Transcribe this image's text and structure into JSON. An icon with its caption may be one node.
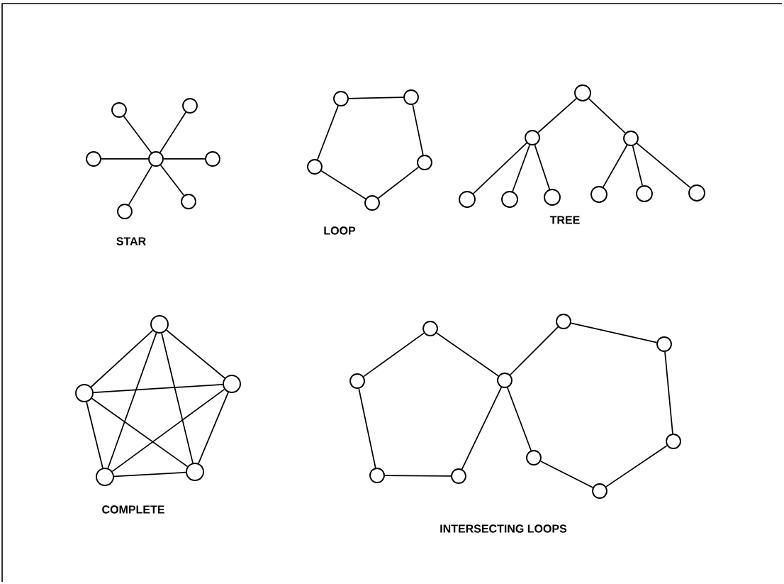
{
  "diagram": {
    "nodes": [
      {
        "text": [],
        "shape": "circle"
      },
      {
        "text": [],
        "shape": "circle"
      },
      {
        "text": [],
        "shape": "circle"
      },
      {
        "text": [],
        "shape": "circle"
      },
      {
        "text": [],
        "shape": "circle"
      },
      {
        "text": [],
        "shape": "circle"
      },
      {
        "text": [],
        "shape": "circle"
      },
      {
        "text": [],
        "shape": "circle"
      },
      {
        "text": [],
        "shape": "circle"
      },
      {
        "text": [],
        "shape": "circle"
      },
      {
        "text": [],
        "shape": "circle"
      },
      {
        "text": [],
        "shape": "circle"
      },
      {
        "text": [],
        "shape": "circle"
      },
      {
        "text": [],
        "shape": "circle"
      },
      {
        "text": [],
        "shape": "circle"
      },
      {
        "text": [],
        "shape": "circle"
      },
      {
        "text": [],
        "shape": "circle"
      },
      {
        "text": [],
        "shape": "circle"
      },
      {
        "text": [],
        "shape": "circle"
      },
      {
        "text": [],
        "shape": "circle"
      },
      {
        "text": [],
        "shape": "circle"
      },
      {
        "text": [],
        "shape": "circle"
      },
      {
        "text": [],
        "shape": "circle"
      },
      {
        "text": [],
        "shape": "circle"
      },
      {
        "text": [],
        "shape": "circle"
      },
      {
        "text": [],
        "shape": "circle"
      },
      {
        "text": [],
        "shape": "circle"
      },
      {
        "text": [],
        "shape": "circle"
      },
      {
        "text": [],
        "shape": "circle"
      },
      {
        "text": [],
        "shape": "circle"
      },
      {
        "text": [],
        "shape": "circle"
      },
      {
        "text": [],
        "shape": "circle"
      },
      {
        "text": [],
        "shape": "circle"
      },
      {
        "text": [],
        "shape": "circle"
      },
      {
        "text": [],
        "shape": "circle"
      },
      {
        "text": [],
        "shape": "circle"
      }
    ],
    "edges": [
      {
        "from": 0,
        "to": 1,
        "arrow": "none"
      },
      {
        "from": 0,
        "to": 2,
        "arrow": "none"
      },
      {
        "from": 0,
        "to": 3,
        "arrow": "none"
      },
      {
        "from": 0,
        "to": 4,
        "arrow": "none"
      },
      {
        "from": 0,
        "to": 5,
        "arrow": "none"
      },
      {
        "from": 0,
        "to": 6,
        "arrow": "none"
      },
      {
        "from": 7,
        "to": 8,
        "arrow": "none"
      },
      {
        "from": 8,
        "to": 10,
        "arrow": "none"
      },
      {
        "from": 10,
        "to": 11,
        "arrow": "none"
      },
      {
        "from": 11,
        "to": 9,
        "arrow": "none"
      },
      {
        "from": 9,
        "to": 7,
        "arrow": "none"
      },
      {
        "from": 12,
        "to": 13,
        "arrow": "none"
      },
      {
        "from": 12,
        "to": 14,
        "arrow": "none"
      },
      {
        "from": 13,
        "to": 15,
        "arrow": "none"
      },
      {
        "from": 13,
        "to": 16,
        "arrow": "none"
      },
      {
        "from": 13,
        "to": 17,
        "arrow": "none"
      },
      {
        "from": 14,
        "to": 18,
        "arrow": "none"
      },
      {
        "from": 14,
        "to": 19,
        "arrow": "none"
      },
      {
        "from": 14,
        "to": 20,
        "arrow": "none"
      },
      {
        "from": 21,
        "to": 22,
        "arrow": "none"
      },
      {
        "from": 21,
        "to": 23,
        "arrow": "none"
      },
      {
        "from": 21,
        "to": 24,
        "arrow": "none"
      },
      {
        "from": 21,
        "to": 25,
        "arrow": "none"
      },
      {
        "from": 22,
        "to": 23,
        "arrow": "none"
      },
      {
        "from": 22,
        "to": 24,
        "arrow": "none"
      },
      {
        "from": 22,
        "to": 25,
        "arrow": "none"
      },
      {
        "from": 23,
        "to": 24,
        "arrow": "none"
      },
      {
        "from": 23,
        "to": 25,
        "arrow": "none"
      },
      {
        "from": 24,
        "to": 25,
        "arrow": "none"
      },
      {
        "from": 26,
        "to": 29,
        "arrow": "none"
      },
      {
        "from": 29,
        "to": 33,
        "arrow": "none"
      },
      {
        "from": 33,
        "to": 34,
        "arrow": "none"
      },
      {
        "from": 34,
        "to": 30,
        "arrow": "none"
      },
      {
        "from": 30,
        "to": 26,
        "arrow": "none"
      },
      {
        "from": 30,
        "to": 27,
        "arrow": "none"
      },
      {
        "from": 27,
        "to": 28,
        "arrow": "none"
      },
      {
        "from": 28,
        "to": 32,
        "arrow": "none"
      },
      {
        "from": 32,
        "to": 35,
        "arrow": "none"
      },
      {
        "from": 35,
        "to": 31,
        "arrow": "none"
      },
      {
        "from": 31,
        "to": 30,
        "arrow": "none"
      }
    ],
    "labels": [
      "STAR",
      "LOOP",
      "TREE",
      "COMPLETE",
      "INTERSECTING LOOPS"
    ]
  }
}
